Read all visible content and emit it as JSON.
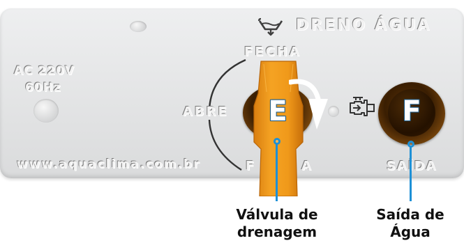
{
  "panel": {
    "title": "DRENO ÁGUA",
    "voltage": "AC 220V",
    "frequency": "60Hz",
    "website": "www.aquaclima.com.br",
    "label_fecha_top": "FECHA",
    "label_abre": "ABRE",
    "label_fecha_bottom_left": "F",
    "label_fecha_bottom_right": "A",
    "label_saida": "SAÍDA"
  },
  "markers": {
    "valve_letter": "E",
    "outlet_letter": "F"
  },
  "captions": {
    "valve": [
      "Válvula de",
      "drenagem"
    ],
    "outlet": [
      "Saída de",
      "Água"
    ]
  },
  "colors": {
    "panel": "#e4e5e6",
    "lever_orange": "#f09a1c",
    "knob_brown": "#3a1e02",
    "callout_blue": "#1e90d6"
  },
  "icons": {
    "title_icon": "drain-tray-icon",
    "outlet_icon": "valve-icon",
    "rotation_arrow": "rotate-arrow-icon"
  }
}
